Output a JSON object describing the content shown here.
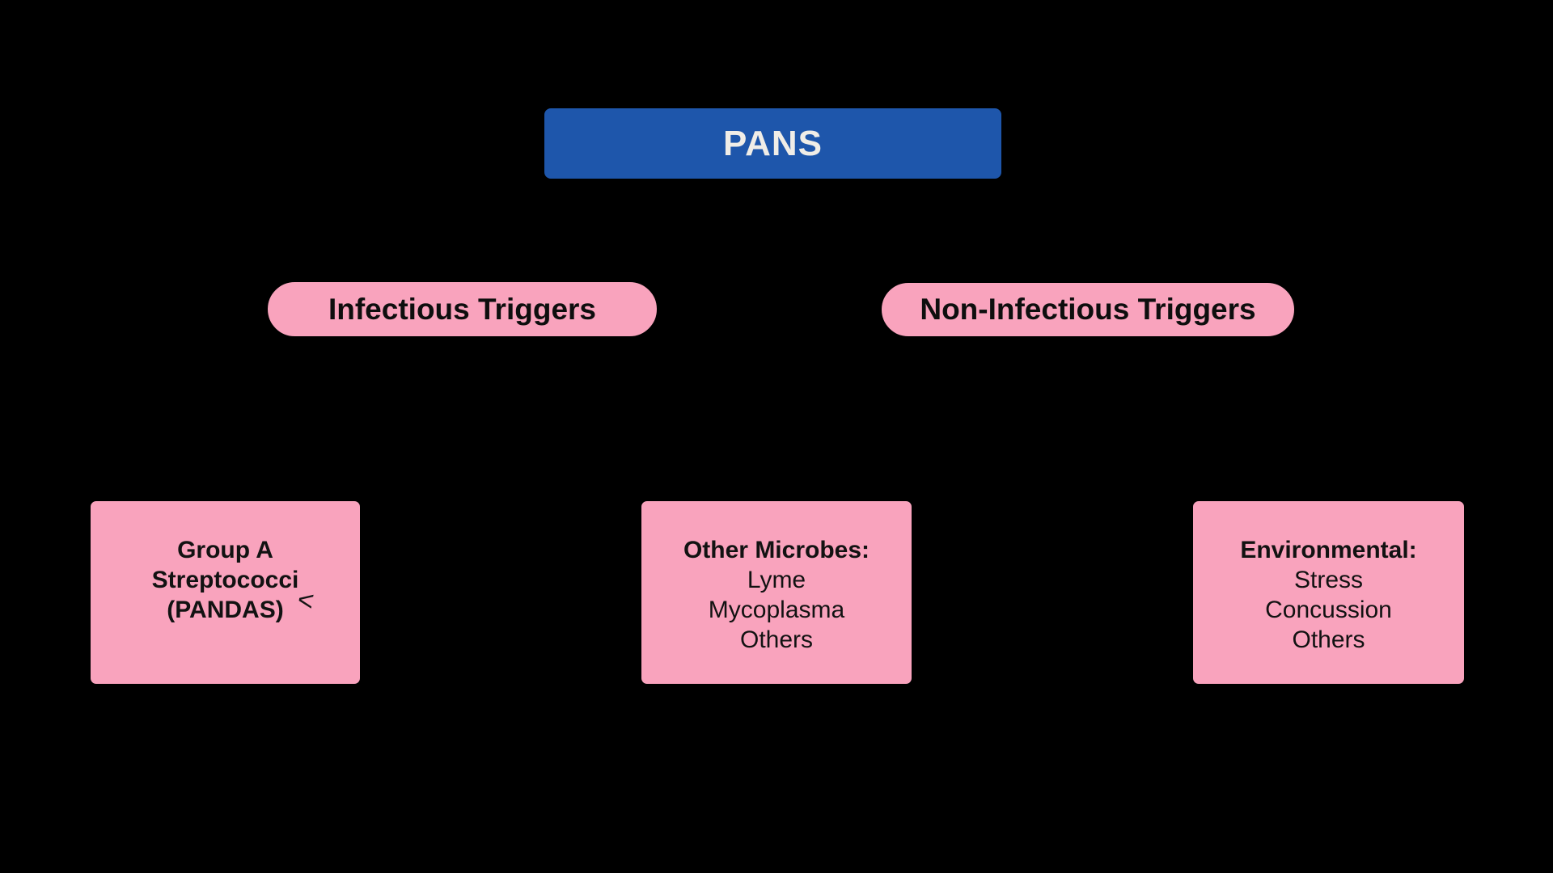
{
  "colors": {
    "background": "#000000",
    "root_fill": "#1E56AB",
    "root_text": "#F0EDE7",
    "pink_fill": "#F9A3BD",
    "dark_text": "#121212",
    "outline": "#000000"
  },
  "root": {
    "label": "PANS"
  },
  "branches": {
    "infectious": {
      "label": "Infectious Triggers"
    },
    "non_infectious": {
      "label": "Non-Infectious Triggers"
    }
  },
  "leaves": {
    "group_a": {
      "heading": "Group A\nStreptococci\n(PANDAS)",
      "annotation": "<"
    },
    "other_microbes": {
      "heading": "Other Microbes:",
      "items": [
        "Lyme",
        "Mycoplasma",
        "Others"
      ]
    },
    "environmental": {
      "heading": "Environmental:",
      "items": [
        "Stress",
        "Concussion",
        "Others"
      ]
    }
  }
}
